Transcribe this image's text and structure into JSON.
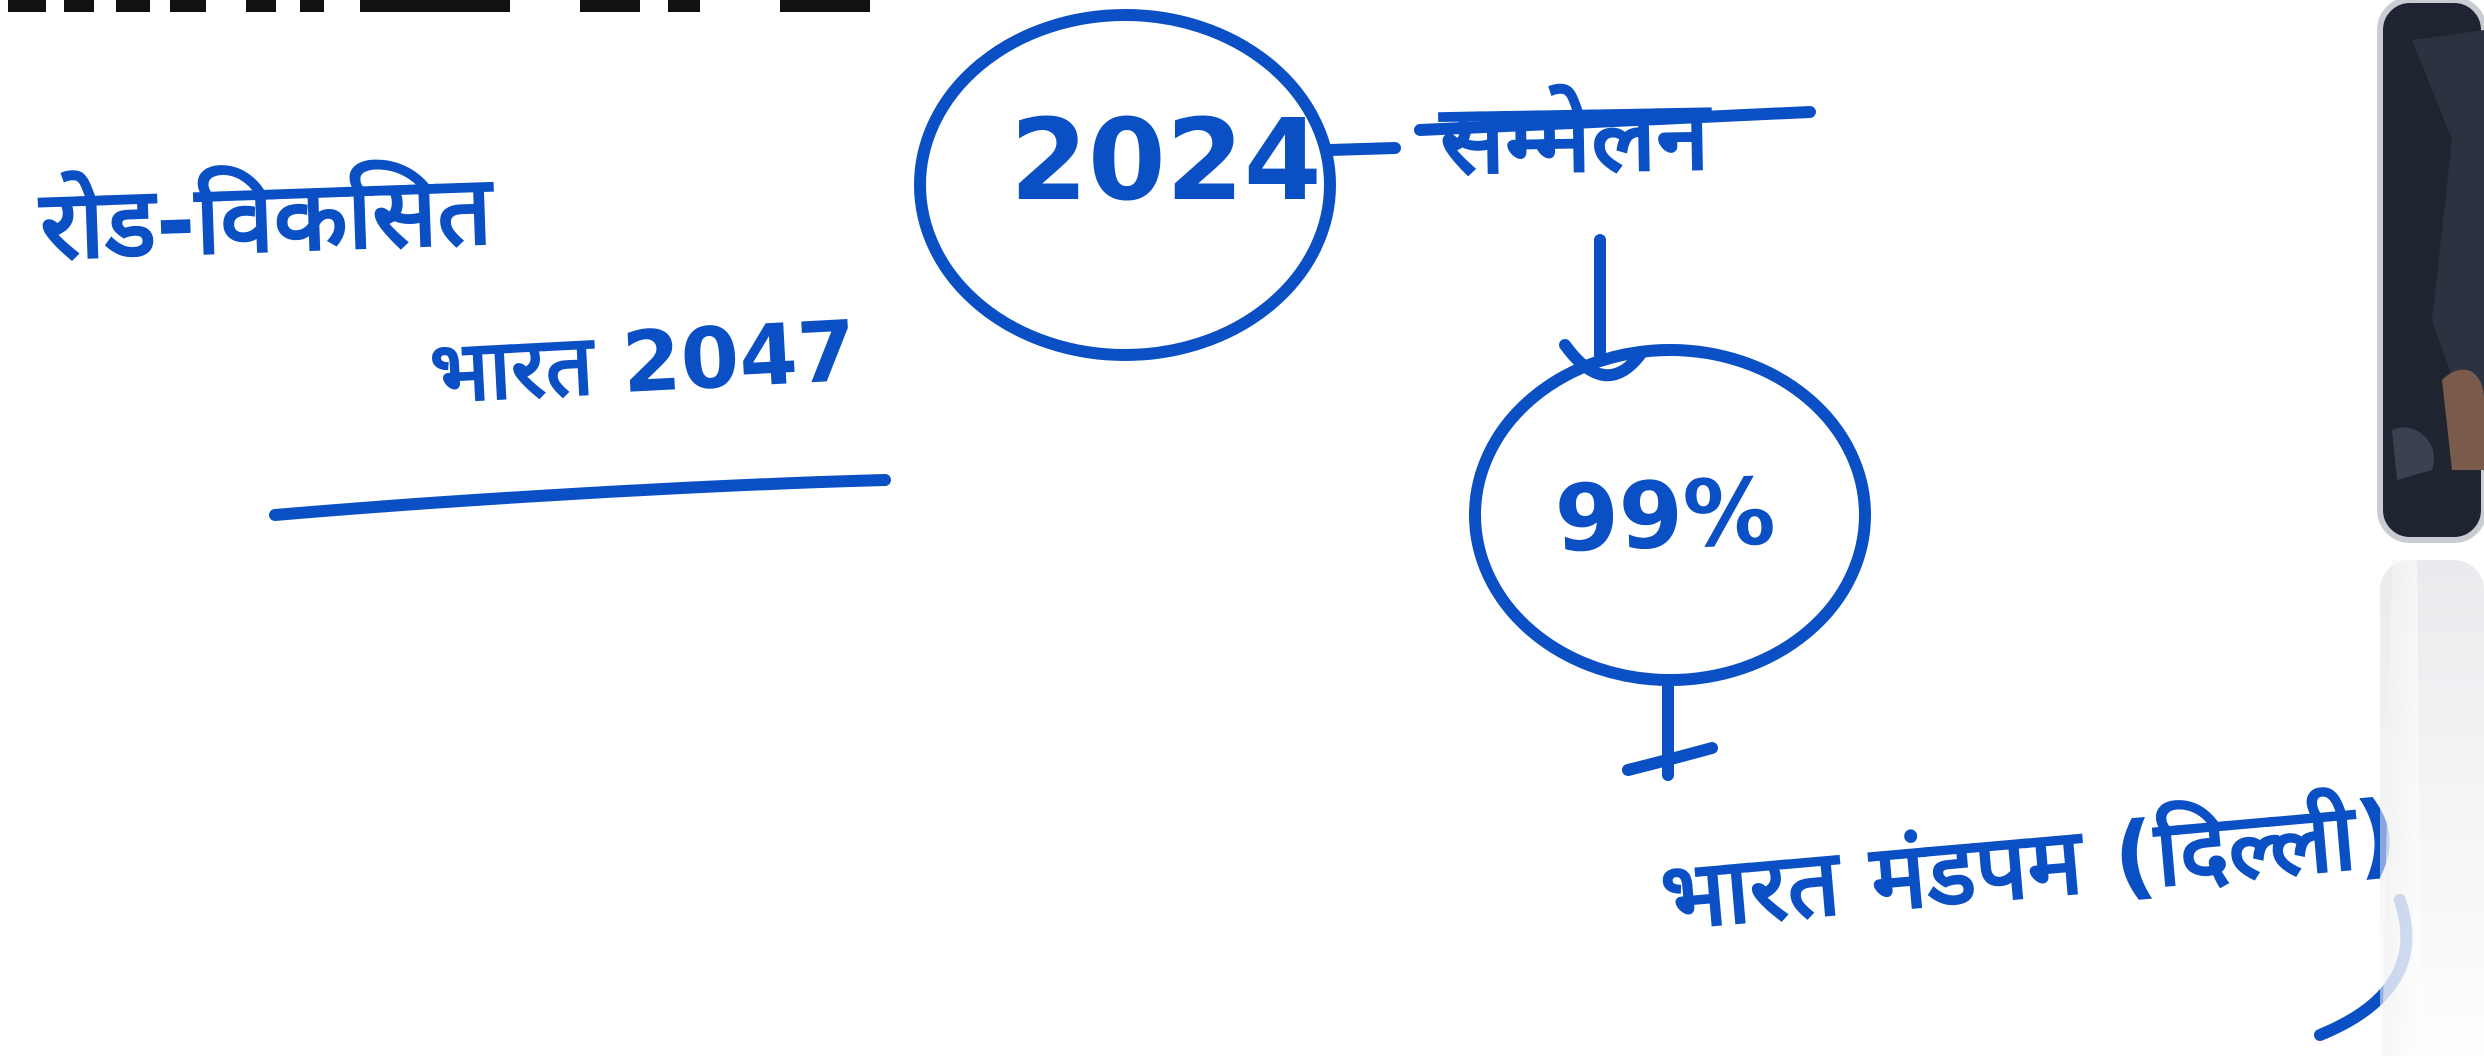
{
  "annotations": {
    "roadmap": "रोड-विकसित",
    "bharat_2047": "भारत 2047",
    "year": "2024",
    "sammelan": "सम्मेलन",
    "percent": "99%",
    "bharat_mandapam": "भारत मंडपम (दिल्ली)"
  },
  "colors": {
    "ink": "#0B4FC4",
    "background": "#FFFFFF",
    "photo_dark": "#1E2430",
    "photo_skin": "#7A5A4A"
  },
  "decorations": {
    "top_strip": "cropped-black-text-strip",
    "photo_panel": "presenter-video-thumbnail"
  }
}
